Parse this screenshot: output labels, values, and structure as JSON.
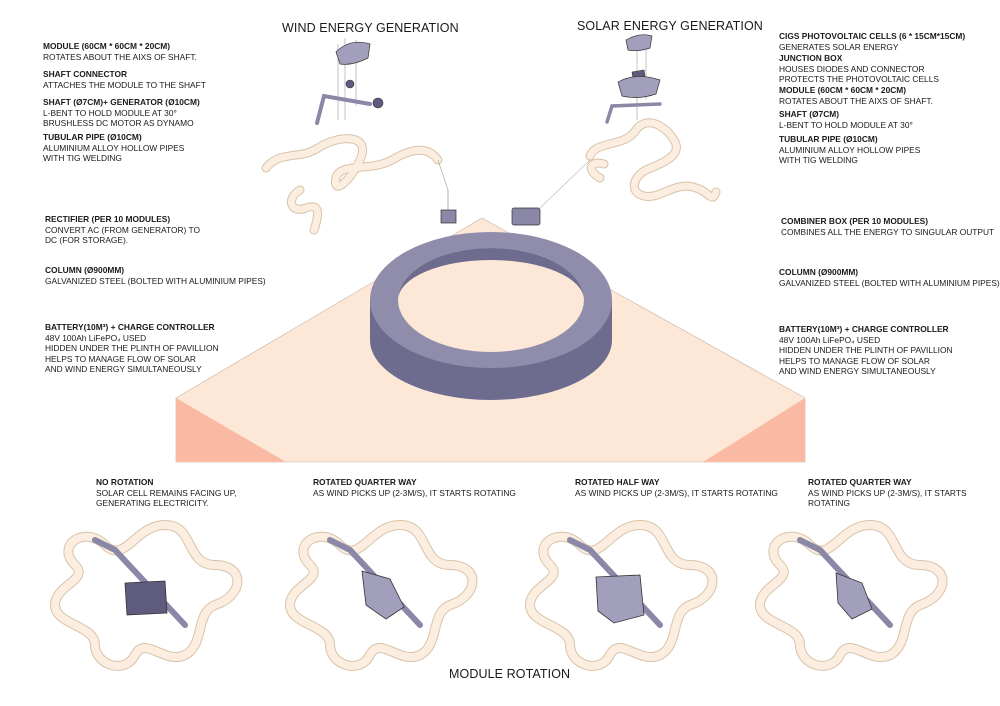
{
  "headings": {
    "wind": "WIND ENERGY GENERATION",
    "solar": "SOLAR ENERGY GENERATION",
    "rotation": "MODULE ROTATION"
  },
  "left_labels": [
    {
      "title": "MODULE (60CM * 60CM * 20CM)",
      "lines": [
        "ROTATES ABOUT THE AIXS OF SHAFT."
      ]
    },
    {
      "title": "SHAFT CONNECTOR",
      "lines": [
        "ATTACHES THE MODULE TO THE SHAFT"
      ]
    },
    {
      "title": "SHAFT (Ø7CM)+ GENERATOR (Ø10CM)",
      "lines": [
        "L-BENT TO HOLD MODULE AT 30°",
        "BRUSHLESS DC MOTOR AS DYNAMO"
      ]
    },
    {
      "title": "TUBULAR PIPE (Ø10CM)",
      "lines": [
        "ALUMINIUM ALLOY HOLLOW PIPES",
        "WITH TIG WELDING"
      ]
    },
    {
      "title": "RECTIFIER (PER 10 MODULES)",
      "lines": [
        "CONVERT AC (FROM GENERATOR) TO",
        "DC (FOR STORAGE)."
      ]
    },
    {
      "title": "COLUMN (Ø900MM)",
      "lines": [
        "GALVANIZED STEEL (BOLTED WITH ALUMINIUM PIPES)"
      ]
    },
    {
      "title": "BATTERY(10M³) + CHARGE CONTROLLER",
      "lines": [
        "48V 100Ah LiFePO₄ USED",
        "HIDDEN UNDER THE PLINTH OF PAVILLION",
        "HELPS TO MANAGE FLOW OF SOLAR",
        "AND WIND ENERGY SIMULTANEOUSLY"
      ]
    }
  ],
  "right_labels": [
    {
      "title": "CIGS PHOTOVOLTAIC CELLS (6 * 15CM*15CM)",
      "lines": [
        "GENERATES SOLAR ENERGY"
      ]
    },
    {
      "title": "JUNCTION BOX",
      "lines": [
        "HOUSES DIODES AND CONNECTOR",
        "PROTECTS THE PHOTOVOLTAIC CELLS"
      ]
    },
    {
      "title": "MODULE (60CM * 60CM * 20CM)",
      "lines": [
        "ROTATES ABOUT THE AIXS OF SHAFT."
      ]
    },
    {
      "title": "SHAFT (Ø7CM)",
      "lines": [
        "L-BENT TO HOLD MODULE AT 30°"
      ]
    },
    {
      "title": "TUBULAR PIPE (Ø10CM)",
      "lines": [
        "ALUMINIUM ALLOY HOLLOW PIPES",
        "WITH TIG WELDING"
      ]
    },
    {
      "title": "COMBINER BOX (PER 10 MODULES)",
      "lines": [
        "COMBINES ALL THE ENERGY TO SINGULAR OUTPUT"
      ]
    },
    {
      "title": "COLUMN (Ø900MM)",
      "lines": [
        "GALVANIZED STEEL (BOLTED WITH ALUMINIUM PIPES)"
      ]
    },
    {
      "title": "BATTERY(10M³) + CHARGE CONTROLLER",
      "lines": [
        "48V 100Ah LiFePO₄ USED",
        "HIDDEN UNDER THE PLINTH OF PAVILLION",
        "HELPS TO MANAGE FLOW OF SOLAR",
        "AND WIND ENERGY SIMULTANEOUSLY"
      ]
    }
  ],
  "rotations": [
    {
      "title": "NO ROTATION",
      "lines": [
        "SOLAR CELL REMAINS FACING UP,",
        "GENERATING ELECTRICITY."
      ]
    },
    {
      "title": "ROTATED QUARTER WAY",
      "lines": [
        "AS WIND PICKS UP (2-3M/S), IT STARTS ROTATING"
      ]
    },
    {
      "title": "ROTATED HALF WAY",
      "lines": [
        "AS WIND PICKS UP (2-3M/S), IT STARTS ROTATING"
      ]
    },
    {
      "title": "ROTATED QUARTER WAY",
      "lines": [
        "AS WIND PICKS UP (2-3M/S), IT STARTS",
        "ROTATING"
      ]
    }
  ],
  "colors": {
    "pipe_fill": "#fbeee0",
    "pipe_stroke": "#d9c2a8",
    "plinth_top": "#fde8d8",
    "plinth_side": "#f9b9a3",
    "column_dark": "#6e6c8e",
    "column_top": "#8f8dab",
    "module_fill": "#a29fbd",
    "module_dark": "#5e5b7e"
  }
}
